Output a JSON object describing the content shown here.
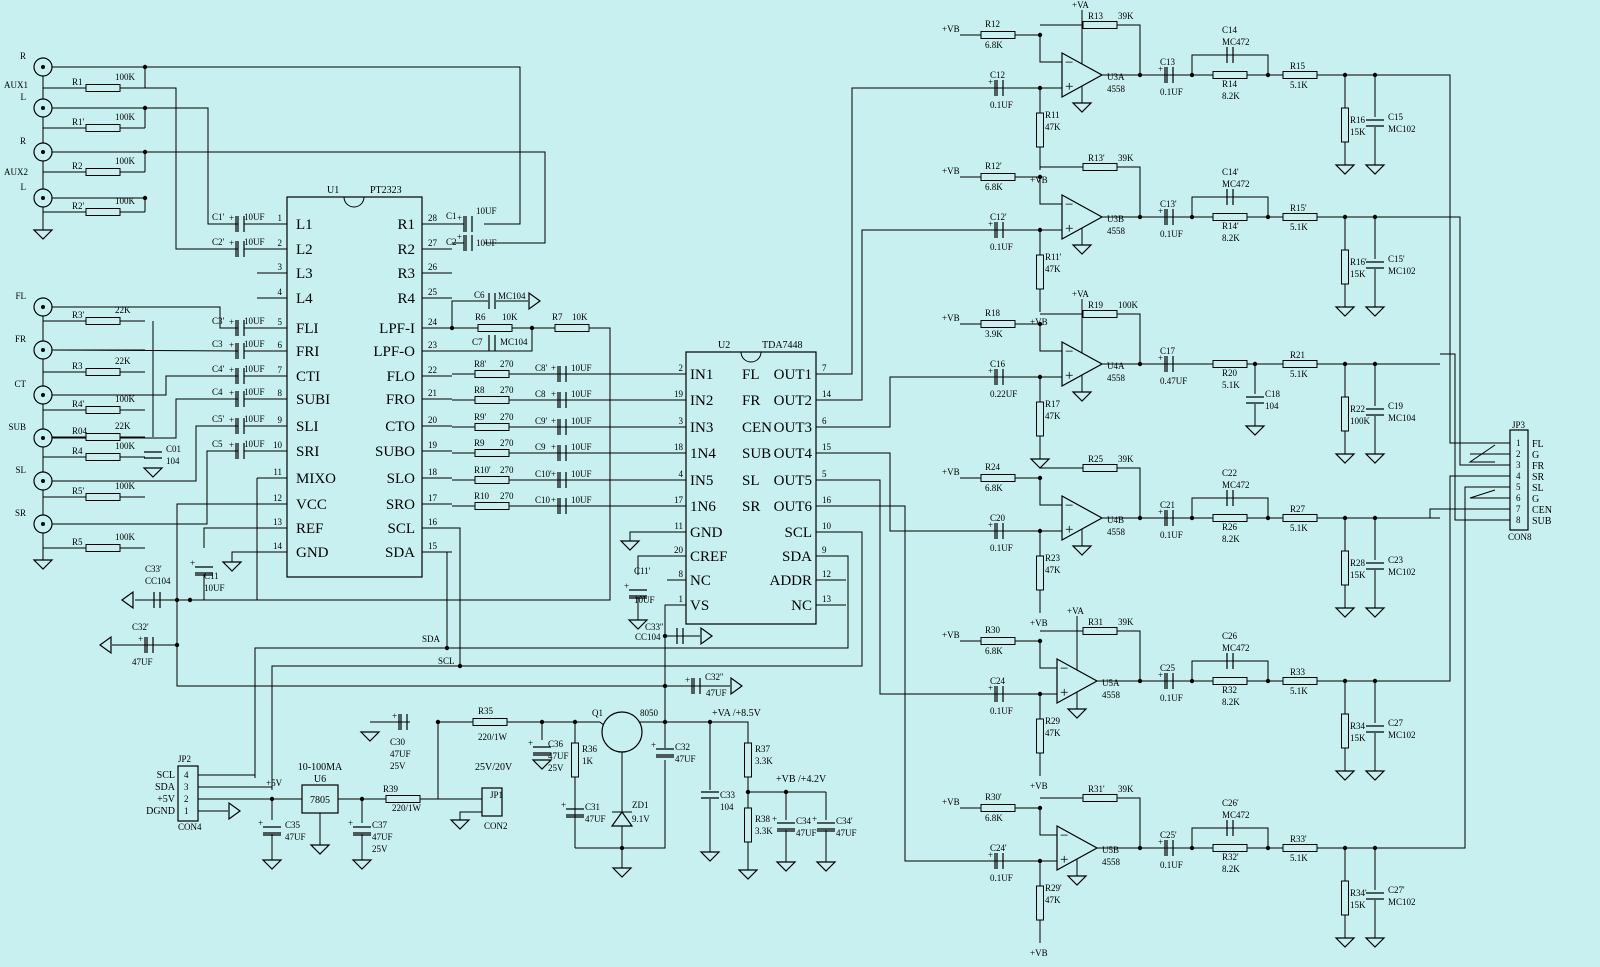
{
  "u1": {
    "ref": "U1",
    "part": "PT2323",
    "left": [
      {
        "n": "1",
        "s": "L1"
      },
      {
        "n": "2",
        "s": "L2"
      },
      {
        "n": "3",
        "s": "L3"
      },
      {
        "n": "4",
        "s": "L4"
      },
      {
        "n": "5",
        "s": "FLI"
      },
      {
        "n": "6",
        "s": "FRI"
      },
      {
        "n": "7",
        "s": "CTI"
      },
      {
        "n": "8",
        "s": "SUBI"
      },
      {
        "n": "9",
        "s": "SLI"
      },
      {
        "n": "10",
        "s": "SRI"
      },
      {
        "n": "11",
        "s": "MIXO"
      },
      {
        "n": "12",
        "s": "VCC"
      },
      {
        "n": "13",
        "s": "REF"
      },
      {
        "n": "14",
        "s": "GND"
      }
    ],
    "right": [
      {
        "n": "28",
        "s": "R1"
      },
      {
        "n": "27",
        "s": "R2"
      },
      {
        "n": "26",
        "s": "R3"
      },
      {
        "n": "25",
        "s": "R4"
      },
      {
        "n": "24",
        "s": "LPF-I"
      },
      {
        "n": "23",
        "s": "LPF-O"
      },
      {
        "n": "22",
        "s": "FLO"
      },
      {
        "n": "21",
        "s": "FRO"
      },
      {
        "n": "20",
        "s": "CTO"
      },
      {
        "n": "19",
        "s": "SUBO"
      },
      {
        "n": "18",
        "s": "SLO"
      },
      {
        "n": "17",
        "s": "SRO"
      },
      {
        "n": "16",
        "s": "SCL"
      },
      {
        "n": "15",
        "s": "SDA"
      }
    ]
  },
  "u2": {
    "ref": "U2",
    "part": "TDA7448",
    "left": [
      {
        "n": "2",
        "s": "IN1"
      },
      {
        "n": "19",
        "s": "IN2"
      },
      {
        "n": "3",
        "s": "IN3"
      },
      {
        "n": "18",
        "s": "1N4"
      },
      {
        "n": "4",
        "s": "IN5"
      },
      {
        "n": "17",
        "s": "1N6"
      },
      {
        "n": "11",
        "s": "GND"
      },
      {
        "n": "20",
        "s": "CREF"
      },
      {
        "n": "8",
        "s": "NC"
      },
      {
        "n": "1",
        "s": "VS"
      }
    ],
    "mid": [
      "FL",
      "FR",
      "CEN",
      "SUB",
      "SL",
      "SR"
    ],
    "right": [
      {
        "n": "7",
        "s": "OUT1"
      },
      {
        "n": "14",
        "s": "OUT2"
      },
      {
        "n": "6",
        "s": "OUT3"
      },
      {
        "n": "15",
        "s": "OUT4"
      },
      {
        "n": "5",
        "s": "OUT5"
      },
      {
        "n": "16",
        "s": "OUT6"
      },
      {
        "n": "10",
        "s": "SCL"
      },
      {
        "n": "9",
        "s": "SDA"
      },
      {
        "n": "12",
        "s": "ADDR"
      },
      {
        "n": "13",
        "s": "NC"
      }
    ]
  },
  "inputs": {
    "jacks": [
      "R",
      "L",
      "R",
      "L",
      "FL",
      "FR",
      "CT",
      "SUB",
      "SL",
      "SR"
    ],
    "aux1": "AUX1",
    "aux2": "AUX2",
    "resistors": [
      {
        "ref": "R1",
        "val": "100K"
      },
      {
        "ref": "R1'",
        "val": "100K"
      },
      {
        "ref": "R2",
        "val": "100K"
      },
      {
        "ref": "R2'",
        "val": "100K"
      },
      {
        "ref": "R3'",
        "val": "22K"
      },
      {
        "ref": "R3",
        "val": "22K"
      },
      {
        "ref": "R4'",
        "val": "100K"
      },
      {
        "ref": "R04",
        "val": "22K"
      },
      {
        "ref": "R4",
        "val": "100K"
      },
      {
        "ref": "R5'",
        "val": "100K"
      },
      {
        "ref": "R5",
        "val": "100K"
      }
    ],
    "caps": [
      {
        "ref": "C1'",
        "val": "10UF"
      },
      {
        "ref": "C2'",
        "val": "10UF"
      },
      {
        "ref": "C3'",
        "val": "10UF"
      },
      {
        "ref": "C3",
        "val": "10UF"
      },
      {
        "ref": "C4'",
        "val": "10UF"
      },
      {
        "ref": "C4",
        "val": "10UF"
      },
      {
        "ref": "C5'",
        "val": "10UF"
      },
      {
        "ref": "C5",
        "val": "10UF"
      }
    ],
    "c01": {
      "ref": "C01",
      "val": "104"
    }
  },
  "mid": {
    "caps": [
      {
        "ref": "C1",
        "val": "10UF"
      },
      {
        "ref": "C2",
        "val": "10UF"
      },
      {
        "ref": "C6",
        "val": "MC104"
      },
      {
        "ref": "C7",
        "val": "MC104"
      }
    ],
    "r6": {
      "ref": "R6",
      "val": "10K"
    },
    "r7": {
      "ref": "R7",
      "val": "10K"
    },
    "couple": [
      {
        "r": "R8'",
        "rv": "270",
        "c": "C8'",
        "cv": "10UF"
      },
      {
        "r": "R8",
        "rv": "270",
        "c": "C8",
        "cv": "10UF"
      },
      {
        "r": "R9'",
        "rv": "270",
        "c": "C9'",
        "cv": "10UF"
      },
      {
        "r": "R9",
        "rv": "270",
        "c": "C9",
        "cv": "10UF"
      },
      {
        "r": "R10'",
        "rv": "270",
        "c": "C10'",
        "cv": "10UF"
      },
      {
        "r": "R10",
        "rv": "270",
        "c": "C10",
        "cv": "10UF"
      }
    ],
    "c11": {
      "ref": "C11",
      "val": "10UF"
    },
    "c11p": {
      "ref": "C11'",
      "val": "10UF"
    },
    "c33p": {
      "ref": "C33'",
      "val": "CC104"
    },
    "c32p": {
      "ref": "C32'",
      "val": "47UF"
    },
    "c33pp": {
      "ref": "C33''",
      "val": "CC104"
    },
    "c32pp": {
      "ref": "C32''",
      "val": "47UF"
    },
    "sda": "SDA",
    "scl": "SCL"
  },
  "power": {
    "jp2": "JP2",
    "con4": "CON4",
    "jp2pins": [
      "SCL",
      "SDA",
      "+5V",
      "DGND"
    ],
    "jp2nums": [
      "4",
      "3",
      "2",
      "1"
    ],
    "plus5": "+5V",
    "u6": "U6",
    "u6cur": "10-100MA",
    "reg": "7805",
    "c35": {
      "ref": "C35",
      "val": "47UF"
    },
    "c37": {
      "ref": "C37",
      "val": "47UF",
      "v": "25V"
    },
    "c30": {
      "ref": "C30",
      "val": "47UF",
      "v": "25V"
    },
    "r39": {
      "ref": "R39",
      "val": "220/1W"
    },
    "r35": {
      "ref": "R35",
      "val": "220/1W"
    },
    "jp1": "JP1",
    "con2": "CON2",
    "jp1v": "25V/20V",
    "c36": {
      "ref": "C36",
      "val": "47UF",
      "v": "25V"
    },
    "r36": {
      "ref": "R36",
      "val": "1K"
    },
    "q1": "Q1",
    "q1part": "8050",
    "c31": {
      "ref": "C31",
      "val": "47UF"
    },
    "zd1": {
      "ref": "ZD1",
      "val": "9.1V"
    },
    "c32": {
      "ref": "C32",
      "val": "47UF"
    },
    "va": "+VA /+8.5V",
    "c33": {
      "ref": "C33",
      "val": "104"
    },
    "r37": {
      "ref": "R37",
      "val": "3.3K"
    },
    "r38": {
      "ref": "R38",
      "val": "3.3K"
    },
    "vb": "+VB /+4.2V",
    "c34": {
      "ref": "C34",
      "val": "47UF"
    },
    "c34p": {
      "ref": "C34'",
      "val": "47UF"
    }
  },
  "stages": [
    {
      "vb": "+VB",
      "rin": "R12",
      "rinv": "6.8K",
      "rf": "R13",
      "rfv": "39K",
      "cin": "C12",
      "cinv": "0.1UF",
      "rb": "R11",
      "rbv": "47K",
      "opamp": "U3A",
      "opart": "4558",
      "cout": "C13",
      "coutv": "0.1UF",
      "ca": "C14",
      "cav": "MC472",
      "r2": "R14",
      "r2v": "8.2K",
      "r3": "R15",
      "r3v": "5.1K",
      "r4": "R16",
      "r4v": "15K",
      "c5": "C15",
      "c5v": "MC102",
      "va": "+VA",
      "bvb": "+VB"
    },
    {
      "vb": "+VB",
      "rin": "R12'",
      "rinv": "6.8K",
      "rf": "R13'",
      "rfv": "39K",
      "cin": "C12'",
      "cinv": "0.1UF",
      "rb": "R11'",
      "rbv": "47K",
      "opamp": "U3B",
      "opart": "4558",
      "cout": "C13'",
      "coutv": "0.1UF",
      "ca": "C14'",
      "cav": "MC472",
      "r2": "R14'",
      "r2v": "8.2K",
      "r3": "R15'",
      "r3v": "5.1K",
      "r4": "R16'",
      "r4v": "15K",
      "c5": "C15'",
      "c5v": "MC102",
      "va": "",
      "bvb": "+VB"
    },
    {
      "vb": "+VB",
      "rin": "R18",
      "rinv": "3.9K",
      "rf": "R19",
      "rfv": "100K",
      "cin": "C16",
      "cinv": "0.22UF",
      "rb": "R17",
      "rbv": "47K",
      "opamp": "U4A",
      "opart": "4558",
      "cout": "C17",
      "coutv": "0.47UF",
      "r2": "R20",
      "r2v": "5.1K",
      "c18": "C18",
      "c18v": "104",
      "r3": "R21",
      "r3v": "5.1K",
      "r4": "R22",
      "r4v": "100K",
      "c5": "C19",
      "c5v": "MC104",
      "va": "+VA",
      "bvb": ""
    },
    {
      "vb": "+VB",
      "rin": "R24",
      "rinv": "6.8K",
      "rf": "R25",
      "rfv": "39K",
      "cin": "C20",
      "cinv": "0.1UF",
      "rb": "R23",
      "rbv": "47K",
      "opamp": "U4B",
      "opart": "4558",
      "cout": "C21",
      "coutv": "0.1UF",
      "ca": "C22",
      "cav": "MC472",
      "r2": "R26",
      "r2v": "8.2K",
      "r3": "R27",
      "r3v": "5.1K",
      "r4": "R28",
      "r4v": "15K",
      "c5": "C23",
      "c5v": "MC102",
      "va": "",
      "bvb": "+VB"
    },
    {
      "vb": "+VB",
      "rin": "R30",
      "rinv": "6.8K",
      "rf": "R31",
      "rfv": "39K",
      "cin": "C24",
      "cinv": "0.1UF",
      "rb": "R29",
      "rbv": "47K",
      "opamp": "U5A",
      "opart": "4558",
      "cout": "C25",
      "coutv": "0.1UF",
      "ca": "C26",
      "cav": "MC472",
      "r2": "R32",
      "r2v": "8.2K",
      "r3": "R33",
      "r3v": "5.1K",
      "r4": "R34",
      "r4v": "15K",
      "c5": "C27",
      "c5v": "MC102",
      "va": "+VA",
      "bvb": "+VB"
    },
    {
      "vb": "+VB",
      "rin": "R30'",
      "rinv": "6.8K",
      "rf": "R31'",
      "rfv": "39K",
      "cin": "C24'",
      "cinv": "0.1UF",
      "rb": "R29'",
      "rbv": "47K",
      "opamp": "U5B",
      "opart": "4558",
      "cout": "C25'",
      "coutv": "0.1UF",
      "ca": "C26'",
      "cav": "MC472",
      "r2": "R32'",
      "r2v": "8.2K",
      "r3": "R33'",
      "r3v": "5.1K",
      "r4": "R34'",
      "r4v": "15K",
      "c5": "C27'",
      "c5v": "MC102",
      "va": "",
      "bvb": "+VB"
    }
  ],
  "jp3": {
    "ref": "JP3",
    "con": "CON8",
    "pins": [
      "1",
      "2",
      "3",
      "4",
      "5",
      "6",
      "7",
      "8"
    ],
    "labels": [
      "FL",
      "G",
      "FR",
      "SR",
      "SL",
      "G",
      "CEN",
      "SUB"
    ]
  }
}
